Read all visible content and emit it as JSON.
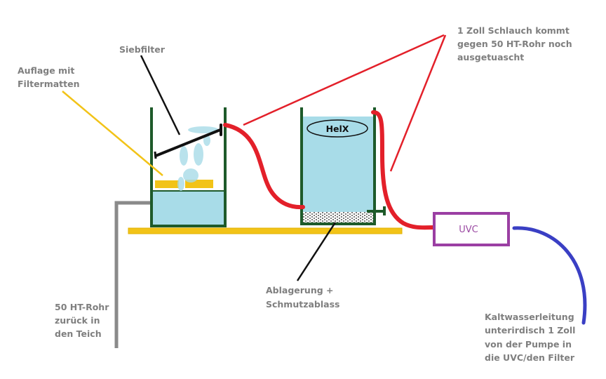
{
  "colors": {
    "tank_wall": "#1e5a2a",
    "water": "#a8dce8",
    "red_hose": "#e3202a",
    "blue_pipe": "#3a3fc4",
    "grey_pipe": "#8a8a8a",
    "platform": "#f2c318",
    "uvc_border": "#9b3fa3",
    "label_text": "#7f7f7f"
  },
  "labels": {
    "siebfilter": "Siebfilter",
    "auflage": [
      "Auflage mit",
      "Filtermatten"
    ],
    "schlauch": [
      "1 Zoll Schlauch kommt",
      "gegen 50 HT-Rohr noch",
      "ausgetuascht"
    ],
    "helx": "HelX",
    "uvc": "UVC",
    "ablagerung": [
      "Ablagerung +",
      "Schmutzablass"
    ],
    "ht_rohr": [
      "50 HT-Rohr",
      "zurück in",
      "den Teich"
    ],
    "kaltwasser": [
      "Kaltwasserleitung",
      "unterirdisch 1 Zoll",
      "von der Pumpe in",
      "die UVC/den Filter"
    ]
  }
}
